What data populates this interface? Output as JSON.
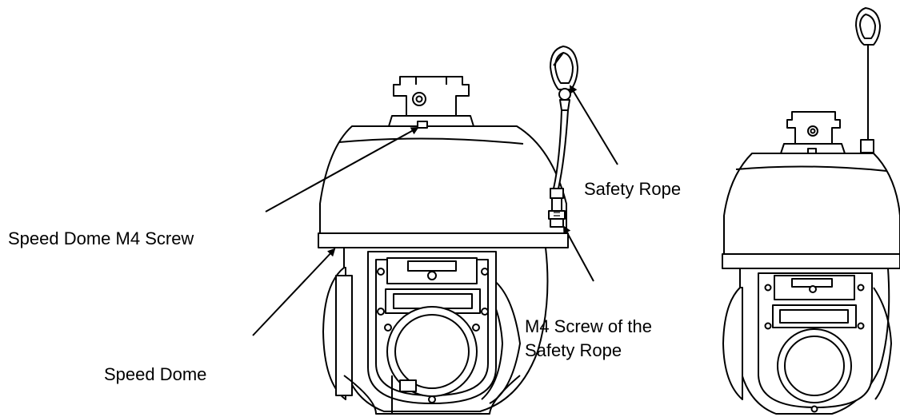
{
  "labels": {
    "speed_dome_screw": "Speed Dome M4 Screw",
    "speed_dome": "Speed Dome",
    "safety_rope": "Safety Rope",
    "rope_screw_line1": "M4 Screw of the",
    "rope_screw_line2": "Safety Rope"
  },
  "colors": {
    "line": "#000000",
    "background": "#ffffff"
  }
}
